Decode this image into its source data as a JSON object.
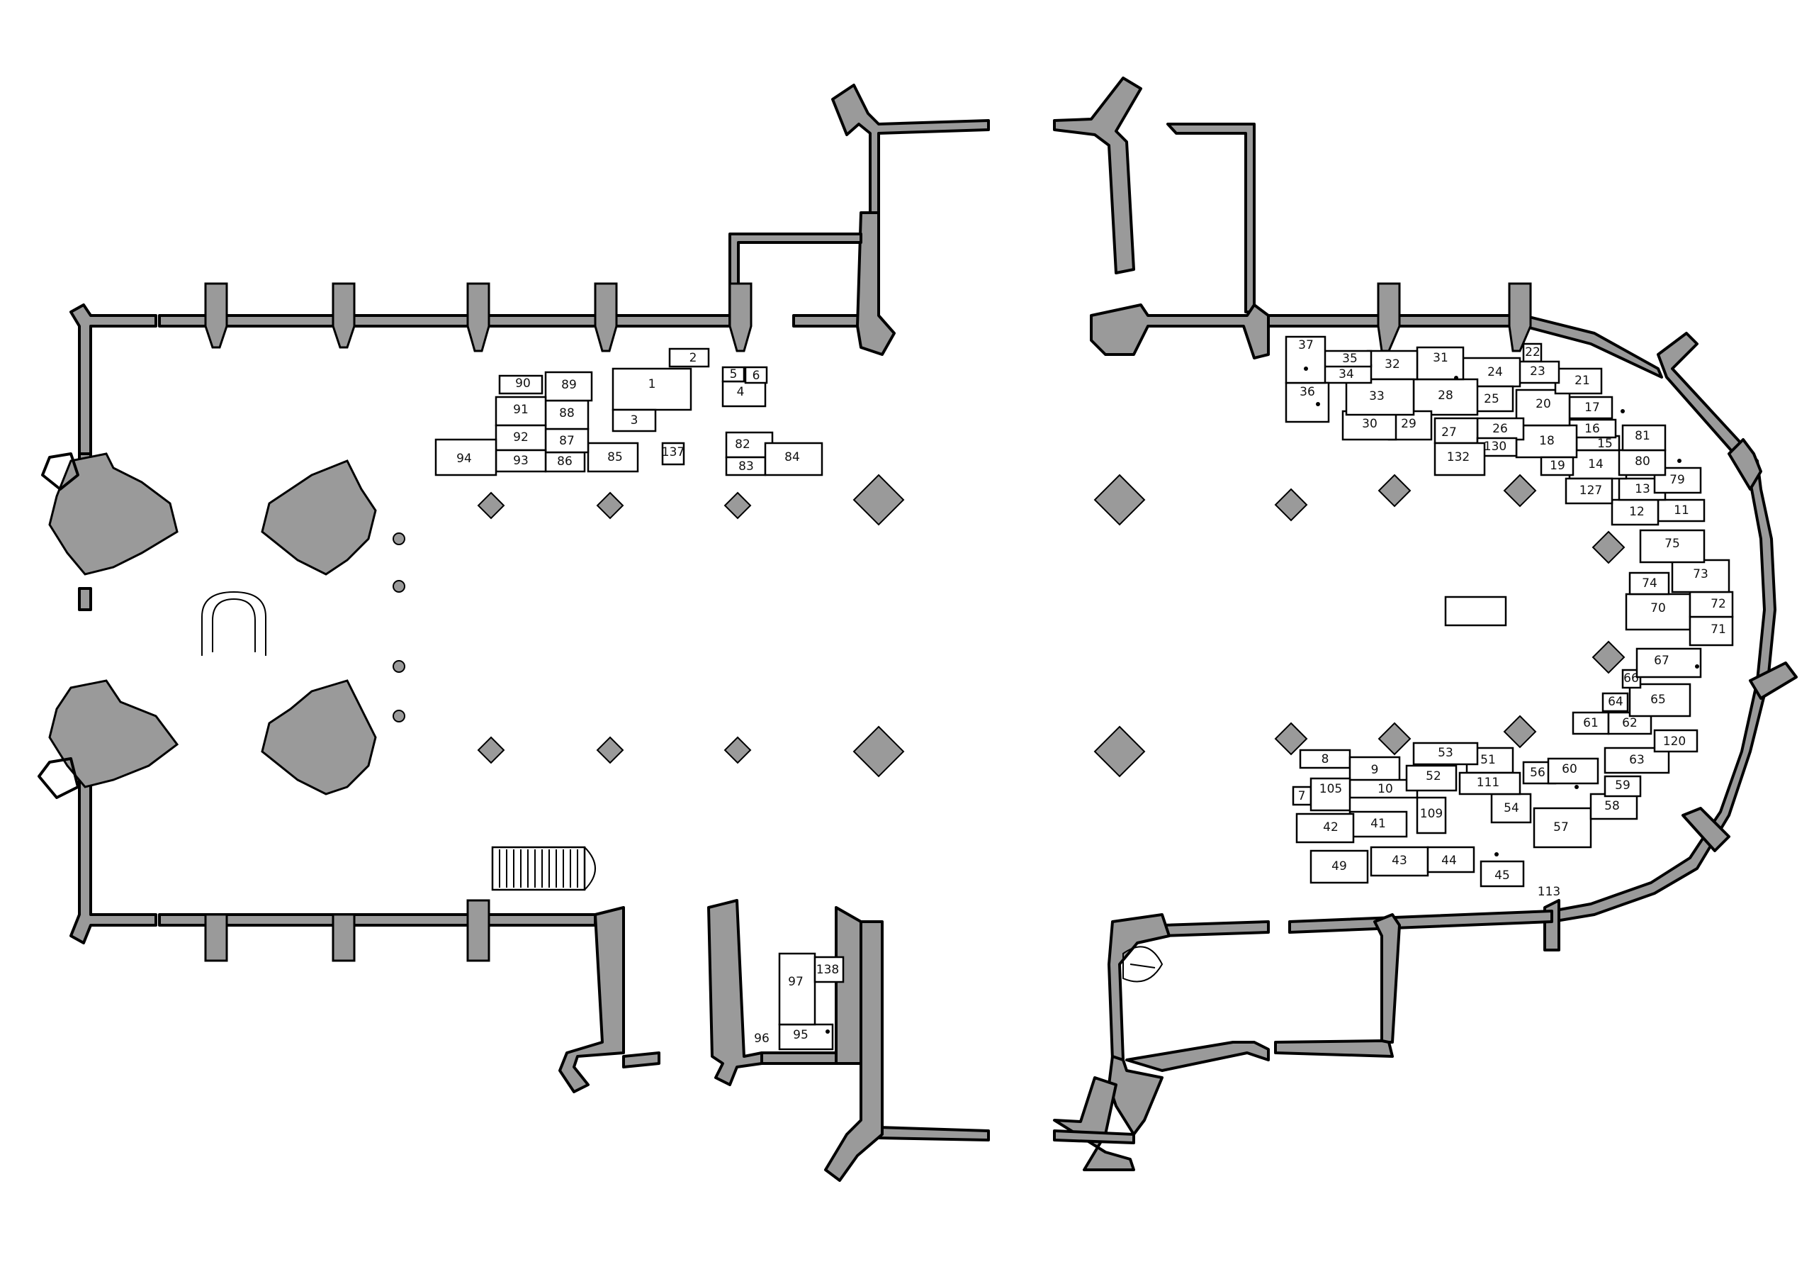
{
  "tombs": [
    {
      "id": "t1",
      "label": "1"
    },
    {
      "id": "t2",
      "label": "2"
    },
    {
      "id": "t3",
      "label": "3"
    },
    {
      "id": "t4",
      "label": "4"
    },
    {
      "id": "t5",
      "label": "5"
    },
    {
      "id": "t6",
      "label": "6"
    },
    {
      "id": "t7",
      "label": "7"
    },
    {
      "id": "t8",
      "label": "8"
    },
    {
      "id": "t9",
      "label": "9"
    },
    {
      "id": "t10",
      "label": "10"
    },
    {
      "id": "t11",
      "label": "11"
    },
    {
      "id": "t12",
      "label": "12"
    },
    {
      "id": "t13",
      "label": "13"
    },
    {
      "id": "t14",
      "label": "14"
    },
    {
      "id": "t15",
      "label": "15"
    },
    {
      "id": "t16",
      "label": "16"
    },
    {
      "id": "t17",
      "label": "17"
    },
    {
      "id": "t18",
      "label": "18"
    },
    {
      "id": "t19",
      "label": "19"
    },
    {
      "id": "t20",
      "label": "20"
    },
    {
      "id": "t21",
      "label": "21"
    },
    {
      "id": "t22",
      "label": "22"
    },
    {
      "id": "t23",
      "label": "23"
    },
    {
      "id": "t24",
      "label": "24"
    },
    {
      "id": "t25",
      "label": "25"
    },
    {
      "id": "t26",
      "label": "26"
    },
    {
      "id": "t27",
      "label": "27"
    },
    {
      "id": "t28",
      "label": "28"
    },
    {
      "id": "t29",
      "label": "29"
    },
    {
      "id": "t30",
      "label": "30"
    },
    {
      "id": "t31",
      "label": "31"
    },
    {
      "id": "t32",
      "label": "32"
    },
    {
      "id": "t33",
      "label": "33"
    },
    {
      "id": "t34",
      "label": "34"
    },
    {
      "id": "t35",
      "label": "35"
    },
    {
      "id": "t36",
      "label": "36"
    },
    {
      "id": "t37",
      "label": "37"
    },
    {
      "id": "t41",
      "label": "41"
    },
    {
      "id": "t42",
      "label": "42"
    },
    {
      "id": "t43",
      "label": "43"
    },
    {
      "id": "t44",
      "label": "44"
    },
    {
      "id": "t45",
      "label": "45"
    },
    {
      "id": "t49",
      "label": "49"
    },
    {
      "id": "t51",
      "label": "51"
    },
    {
      "id": "t52",
      "label": "52"
    },
    {
      "id": "t53",
      "label": "53"
    },
    {
      "id": "t54",
      "label": "54"
    },
    {
      "id": "t56",
      "label": "56"
    },
    {
      "id": "t57",
      "label": "57"
    },
    {
      "id": "t58",
      "label": "58"
    },
    {
      "id": "t59",
      "label": "59"
    },
    {
      "id": "t60",
      "label": "60"
    },
    {
      "id": "t61",
      "label": "61"
    },
    {
      "id": "t62",
      "label": "62"
    },
    {
      "id": "t63",
      "label": "63"
    },
    {
      "id": "t64",
      "label": "64"
    },
    {
      "id": "t65",
      "label": "65"
    },
    {
      "id": "t66",
      "label": "66"
    },
    {
      "id": "t67",
      "label": "67"
    },
    {
      "id": "t70",
      "label": "70"
    },
    {
      "id": "t71",
      "label": "71"
    },
    {
      "id": "t72",
      "label": "72"
    },
    {
      "id": "t73",
      "label": "73"
    },
    {
      "id": "t74",
      "label": "74"
    },
    {
      "id": "t75",
      "label": "75"
    },
    {
      "id": "t79",
      "label": "79"
    },
    {
      "id": "t80",
      "label": "80"
    },
    {
      "id": "t81",
      "label": "81"
    },
    {
      "id": "t82",
      "label": "82"
    },
    {
      "id": "t83",
      "label": "83"
    },
    {
      "id": "t84",
      "label": "84"
    },
    {
      "id": "t85",
      "label": "85"
    },
    {
      "id": "t86",
      "label": "86"
    },
    {
      "id": "t87",
      "label": "87"
    },
    {
      "id": "t88",
      "label": "88"
    },
    {
      "id": "t89",
      "label": "89"
    },
    {
      "id": "t90",
      "label": "90"
    },
    {
      "id": "t91",
      "label": "91"
    },
    {
      "id": "t92",
      "label": "92"
    },
    {
      "id": "t93",
      "label": "93"
    },
    {
      "id": "t94",
      "label": "94"
    },
    {
      "id": "t95",
      "label": "95"
    },
    {
      "id": "t96",
      "label": "96"
    },
    {
      "id": "t97",
      "label": "97"
    },
    {
      "id": "t105",
      "label": "105"
    },
    {
      "id": "t109",
      "label": "109"
    },
    {
      "id": "t111",
      "label": "111"
    },
    {
      "id": "t113",
      "label": "113"
    },
    {
      "id": "t120",
      "label": "120"
    },
    {
      "id": "t127",
      "label": "127"
    },
    {
      "id": "t130",
      "label": "130"
    },
    {
      "id": "t132",
      "label": "132"
    },
    {
      "id": "t137",
      "label": "137"
    },
    {
      "id": "t138",
      "label": "138"
    }
  ]
}
